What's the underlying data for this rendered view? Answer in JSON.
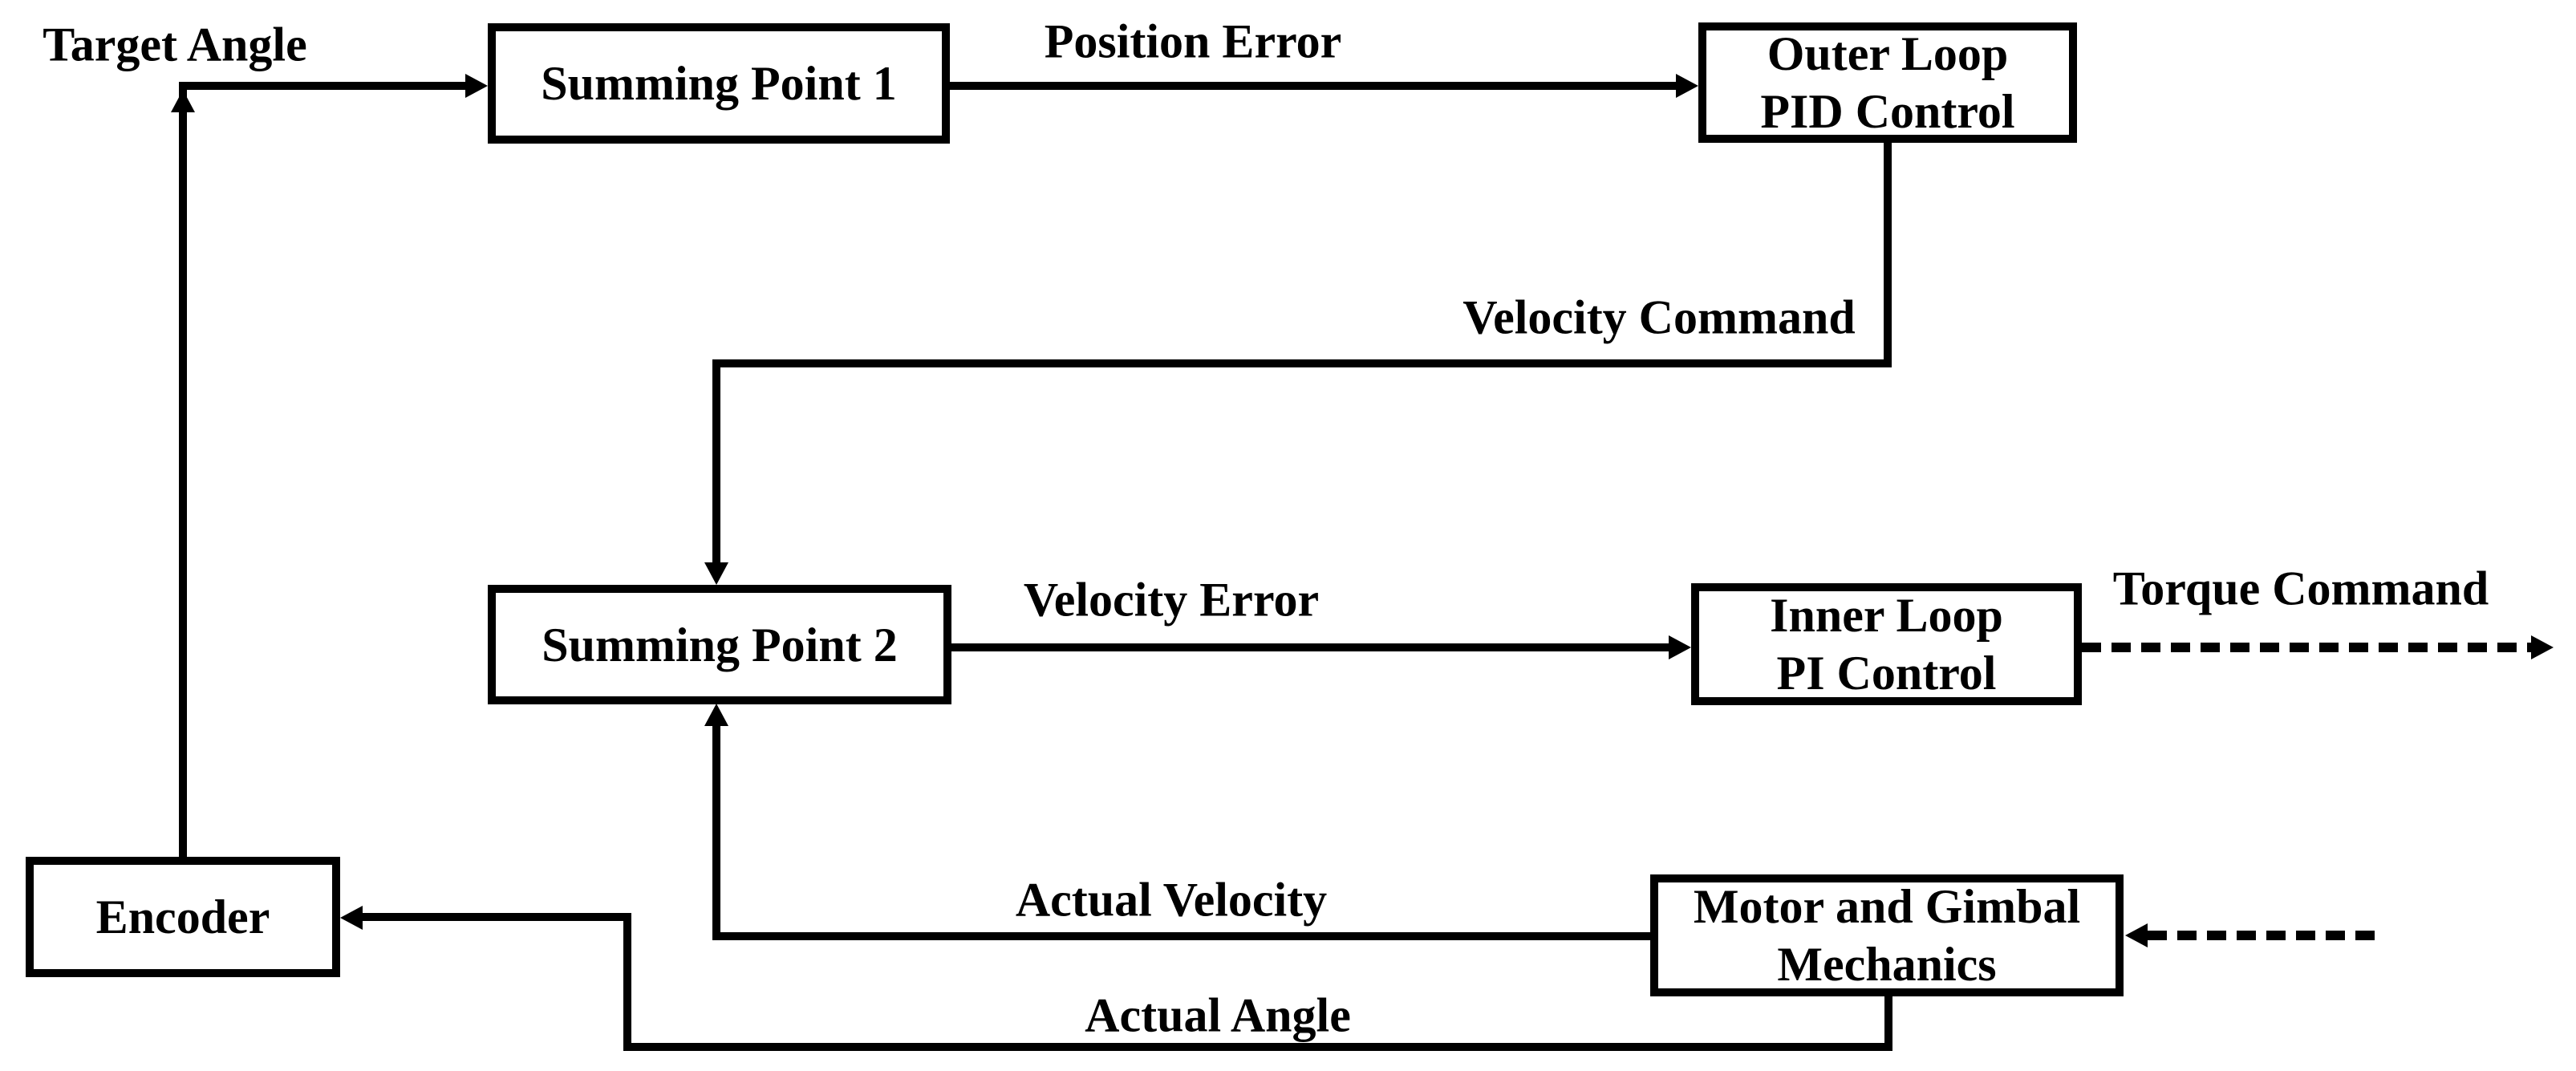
{
  "diagram": {
    "type": "control-system-block-diagram",
    "colors": {
      "line": "#000000",
      "background": "#ffffff",
      "text": "#000000"
    },
    "boxes": {
      "summing_point_1": {
        "label": "Summing Point 1"
      },
      "outer_loop": {
        "line1": "Outer Loop",
        "line2": "PID Control"
      },
      "summing_point_2": {
        "label": "Summing Point 2"
      },
      "inner_loop": {
        "line1": "Inner Loop",
        "line2": "PI Control"
      },
      "motor_gimbal": {
        "line1": "Motor and Gimbal",
        "line2": "Mechanics"
      },
      "encoder": {
        "label": "Encoder"
      }
    },
    "signals": {
      "target_angle": "Target Angle",
      "position_error": "Position Error",
      "velocity_command": "Velocity Command",
      "velocity_error": "Velocity Error",
      "torque_command": "Torque Command",
      "actual_velocity": "Actual Velocity",
      "actual_angle": "Actual Angle"
    },
    "edges": [
      {
        "from": "encoder",
        "to": "summing_point_1",
        "label": "Target Angle",
        "style": "solid"
      },
      {
        "from": "summing_point_1",
        "to": "outer_loop",
        "label": "Position Error",
        "style": "solid"
      },
      {
        "from": "outer_loop",
        "to": "summing_point_2",
        "label": "Velocity Command",
        "style": "solid"
      },
      {
        "from": "summing_point_2",
        "to": "inner_loop",
        "label": "Velocity Error",
        "style": "solid"
      },
      {
        "from": "inner_loop",
        "to": "external-right",
        "label": "Torque Command",
        "style": "dashed"
      },
      {
        "from": "external-right",
        "to": "motor_gimbal",
        "label": "",
        "style": "dashed"
      },
      {
        "from": "motor_gimbal",
        "to": "summing_point_2",
        "label": "Actual Velocity",
        "style": "solid"
      },
      {
        "from": "motor_gimbal",
        "to": "encoder",
        "label": "Actual Angle",
        "style": "solid"
      }
    ]
  }
}
